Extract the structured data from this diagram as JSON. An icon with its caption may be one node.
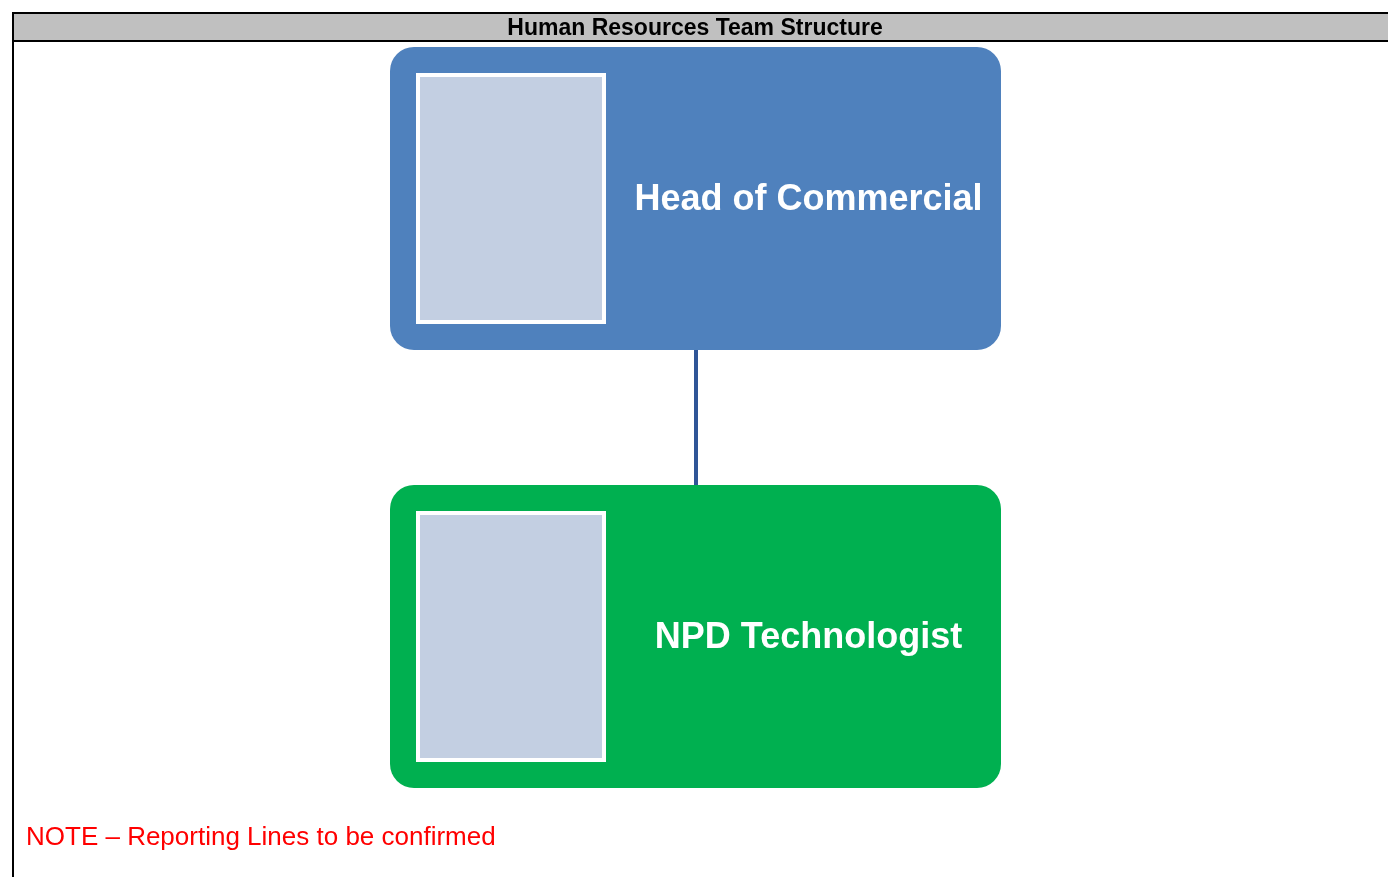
{
  "diagram": {
    "title": "Human Resources Team Structure",
    "nodes": [
      {
        "text": [
          "Head of Commercial"
        ]
      },
      {
        "text": [
          "NPD Technologist"
        ]
      }
    ],
    "edges": [
      {
        "from": 0,
        "to": 1,
        "arrow": "none"
      }
    ],
    "labels": [
      "NOTE – Reporting Lines to be confirmed"
    ]
  }
}
